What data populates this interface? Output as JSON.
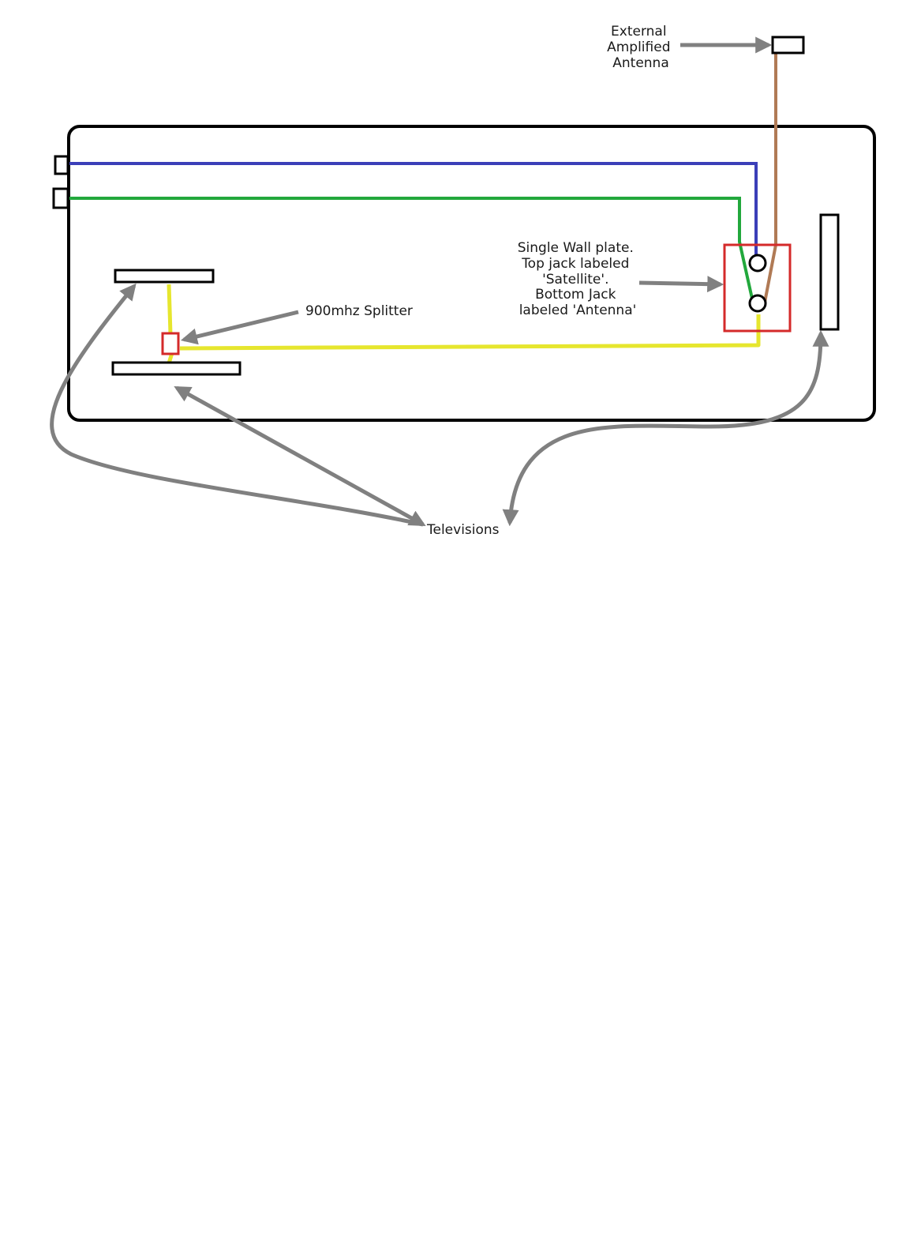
{
  "labels": {
    "antenna_line1": "External",
    "antenna_line2": "Amplified",
    "antenna_line3": "Antenna",
    "wallplate_line1": "Single Wall plate.",
    "wallplate_line2": "Top jack labeled",
    "wallplate_line3": "'Satellite'.",
    "wallplate_line4": "Bottom Jack",
    "wallplate_line5": "labeled 'Antenna'",
    "splitter": "900mhz Splitter",
    "televisions": "Televisions"
  },
  "colors": {
    "outline": "#000000",
    "satellite_cable": "#3b3fb8",
    "antenna_cable": "#22a83c",
    "amplified_antenna_cable": "#b07a55",
    "tv_cable": "#e6e62e",
    "wall_plate": "#d42a2a",
    "splitter": "#d42a2a",
    "pointer_arrow": "#808080"
  }
}
